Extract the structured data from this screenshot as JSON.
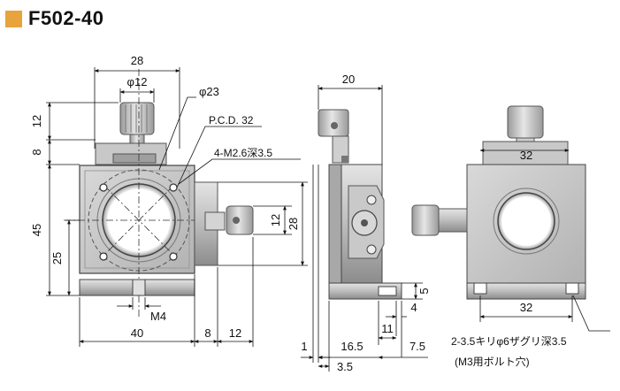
{
  "header": {
    "title": "F502-40",
    "accent_color": "#e8a33d"
  },
  "front_view": {
    "dims": {
      "width_top": "28",
      "knob_dia": "φ12",
      "bore_dia": "φ23",
      "pcd": "P.C.D. 32",
      "tap_holes": "4-M2.6深3.5",
      "height_knob": "12",
      "height_neck": "8",
      "height_body": "45",
      "height_center": "25",
      "side_12": "12",
      "side_28": "28",
      "thread": "M4",
      "width_40": "40",
      "width_8": "8",
      "width_12": "12"
    }
  },
  "side_view": {
    "dims": {
      "width_20": "20",
      "dim_1": "1",
      "dim_16_5": "16.5",
      "dim_7_5": "7.5",
      "dim_3_5": "3.5",
      "dim_11": "11",
      "dim_4": "4",
      "dim_5": "5"
    }
  },
  "rear_view": {
    "dims": {
      "top_32": "32",
      "bottom_32": "32"
    },
    "note_line1": "2-3.5キリφ6ザグリ深3.5",
    "note_line2": "(M3用ボルト穴)"
  }
}
